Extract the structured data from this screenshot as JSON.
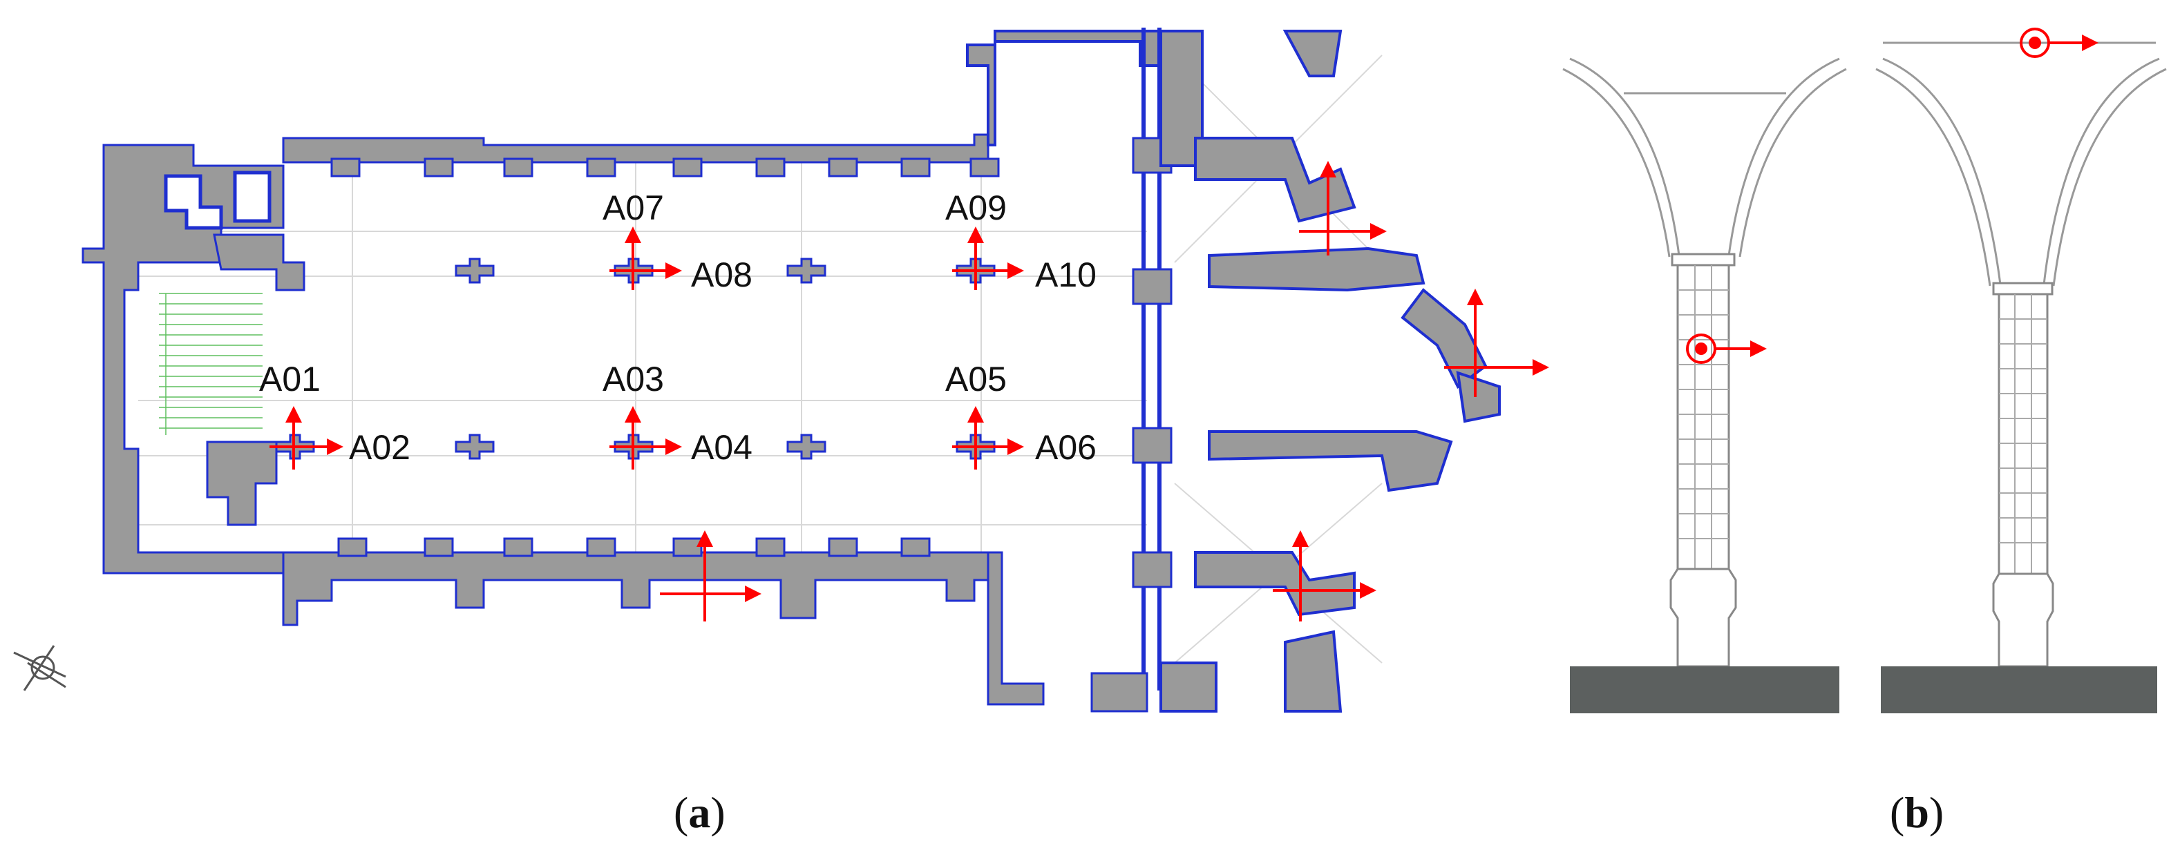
{
  "panel_a": {
    "caption_open": "(",
    "caption_letter": "a",
    "caption_close": ")",
    "sensors": [
      {
        "id": "A01"
      },
      {
        "id": "A02"
      },
      {
        "id": "A03"
      },
      {
        "id": "A04"
      },
      {
        "id": "A05"
      },
      {
        "id": "A06"
      },
      {
        "id": "A07"
      },
      {
        "id": "A08"
      },
      {
        "id": "A09"
      },
      {
        "id": "A10"
      }
    ]
  },
  "panel_b": {
    "caption_open": "(",
    "caption_letter": "b",
    "caption_close": ")"
  },
  "colors": {
    "wall_fill": "#9a9a9a",
    "outline_blue": "#1f2fd0",
    "arrow_red": "#ff0000",
    "ground": "#5c605f",
    "grid_line": "#d8d8d8"
  }
}
